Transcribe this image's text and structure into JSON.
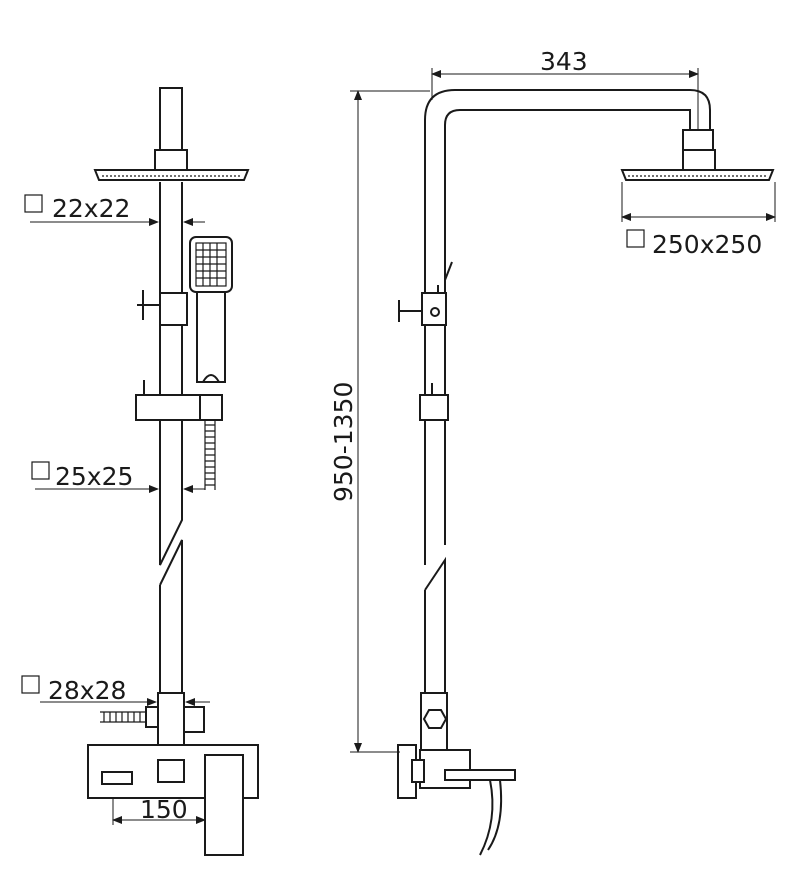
{
  "dimensions": {
    "arm_section": "22x22",
    "upper_pipe_section": "25x25",
    "lower_pipe_section": "28x28",
    "mixer_width": "150",
    "arm_reach": "343",
    "height_range": "950-1350",
    "head_size": "250x250"
  },
  "colors": {
    "line": "#1a1a1a",
    "background": "#ffffff"
  }
}
